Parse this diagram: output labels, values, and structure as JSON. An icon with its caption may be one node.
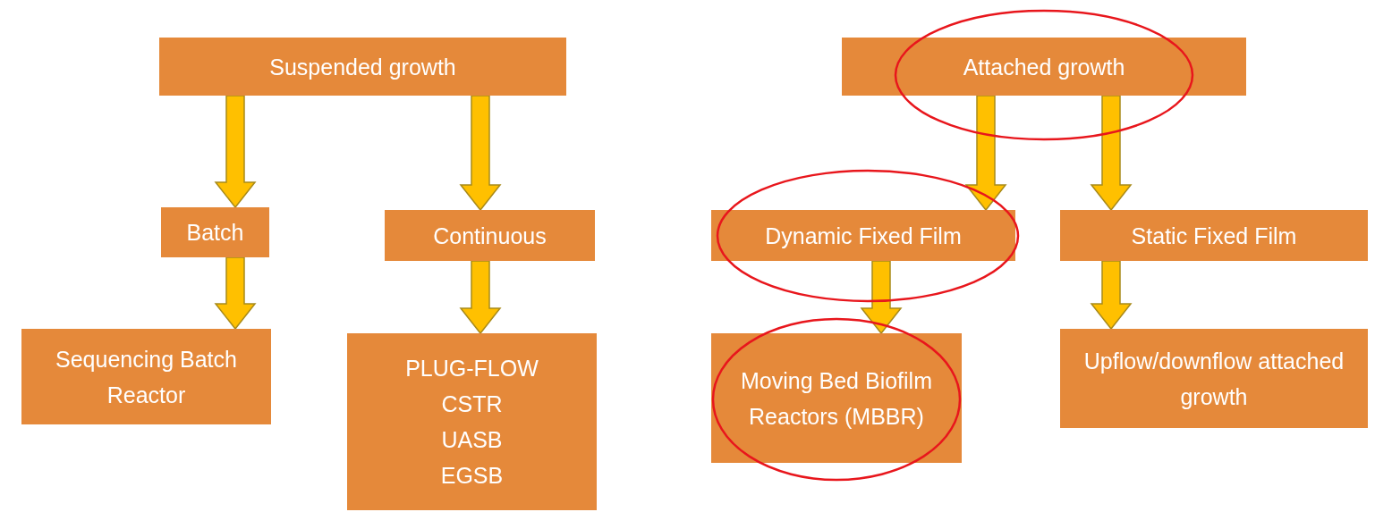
{
  "diagram": {
    "nodes": [
      {
        "text": [
          "Suspended growth"
        ]
      },
      {
        "text": [
          "Batch"
        ]
      },
      {
        "text": [
          "Continuous"
        ]
      },
      {
        "text": [
          "Sequencing Batch Reactor"
        ]
      },
      {
        "text": [
          "PLUG-FLOW",
          "CSTR",
          "UASB",
          "EGSB"
        ]
      },
      {
        "text": [
          "Attached growth"
        ]
      },
      {
        "text": [
          "Dynamic Fixed Film"
        ]
      },
      {
        "text": [
          "Static Fixed Film"
        ]
      },
      {
        "text": [
          "Moving Bed Biofilm Reactors (MBBR)"
        ]
      },
      {
        "text": [
          "Upflow/downflow attached growth"
        ]
      }
    ],
    "edges": [
      {
        "from": 0,
        "to": 1,
        "arrow": "to"
      },
      {
        "from": 0,
        "to": 2,
        "arrow": "to"
      },
      {
        "from": 1,
        "to": 3,
        "arrow": "to"
      },
      {
        "from": 2,
        "to": 4,
        "arrow": "to"
      },
      {
        "from": 5,
        "to": 6,
        "arrow": "to"
      },
      {
        "from": 5,
        "to": 7,
        "arrow": "to"
      },
      {
        "from": 6,
        "to": 8,
        "arrow": "to"
      },
      {
        "from": 7,
        "to": 9,
        "arrow": "to"
      }
    ]
  }
}
